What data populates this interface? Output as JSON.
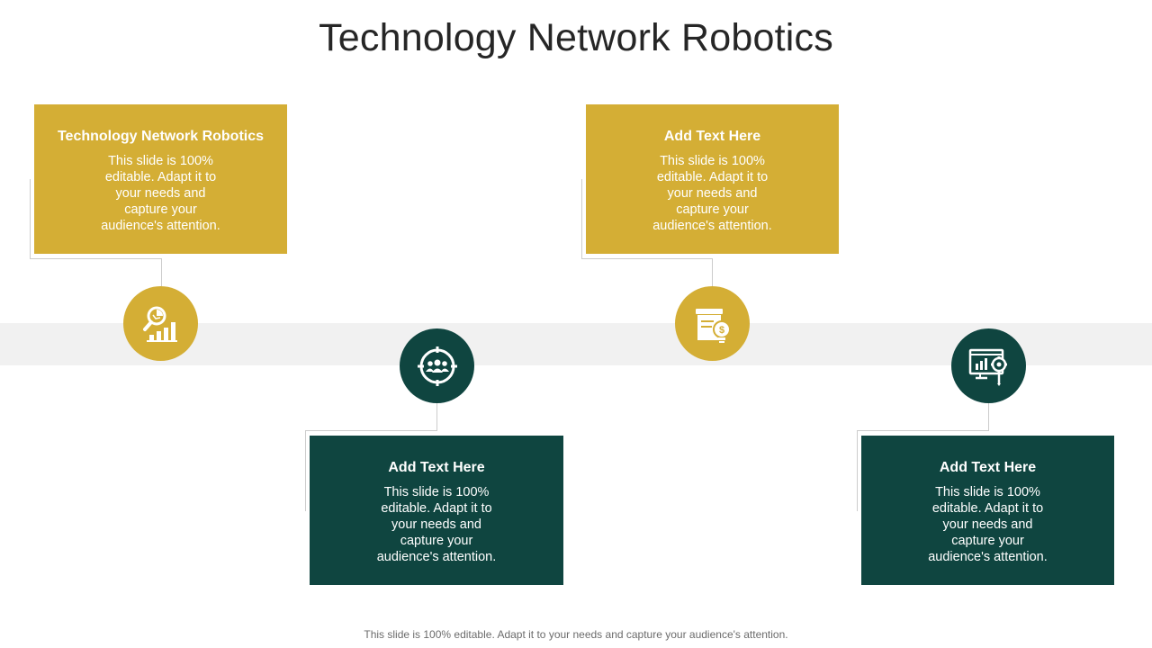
{
  "title": "Technology Network Robotics",
  "colors": {
    "gold": "#d4ae35",
    "green": "#0f4540",
    "band": "#f1f1f1"
  },
  "items": [
    {
      "heading": "Technology Network Robotics",
      "body": "This slide is 100% editable. Adapt it to your needs and capture your audience's attention.",
      "icon": "magnifier-chart-icon"
    },
    {
      "heading": "Add Text Here",
      "body": "This slide is 100% editable. Adapt it to your needs and capture your audience's attention.",
      "icon": "team-target-icon"
    },
    {
      "heading": "Add Text Here",
      "body": "This slide is 100% editable. Adapt it to your needs and capture your audience's attention.",
      "icon": "document-dollar-bulb-icon"
    },
    {
      "heading": "Add Text Here",
      "body": "This slide is 100% editable. Adapt it to your needs and capture your audience's attention.",
      "icon": "monitor-chart-gear-icon"
    }
  ],
  "footer": "This slide is 100% editable. Adapt it to your needs and capture your audience's attention."
}
